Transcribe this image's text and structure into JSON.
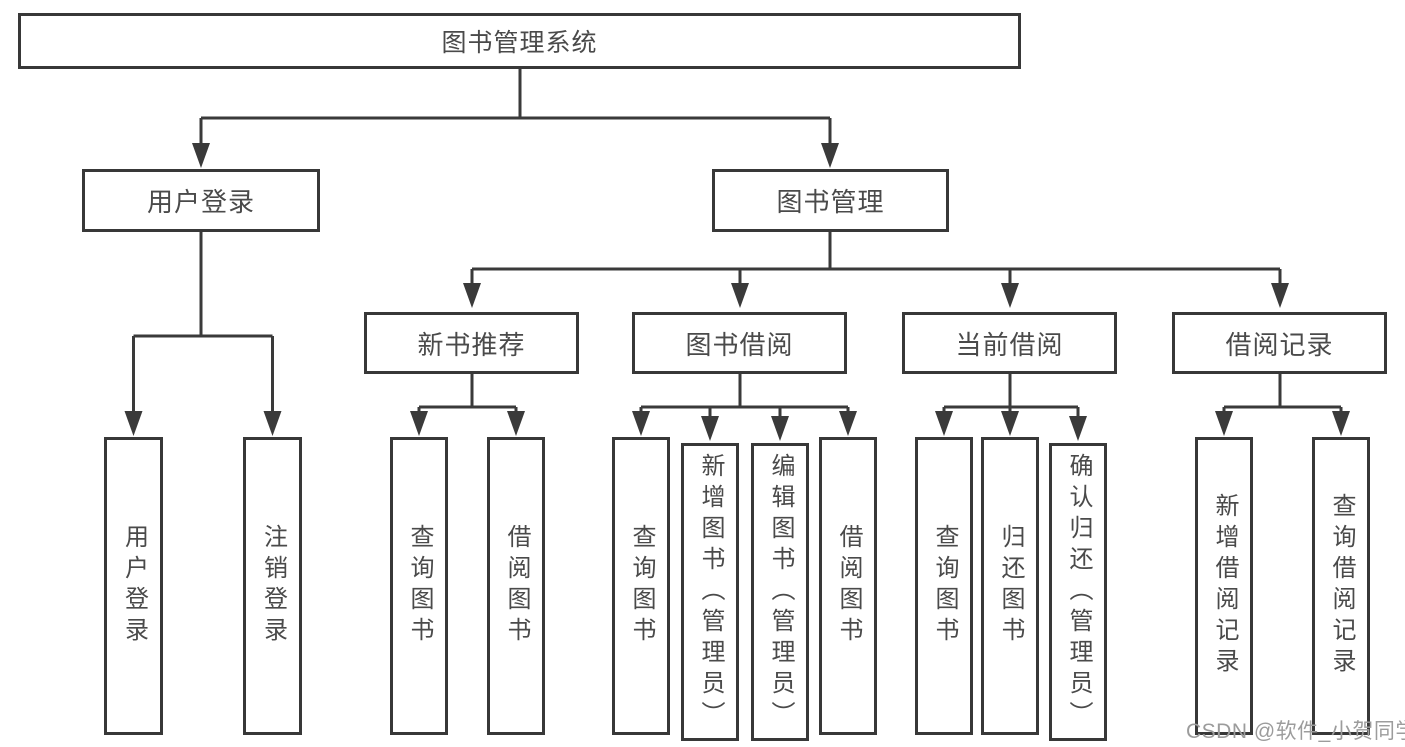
{
  "colors": {
    "line": "#3a3a3a",
    "border": "#383838",
    "text": "#4a4a4a",
    "watermark": "#9c9c9c",
    "background": "#ffffff"
  },
  "tree": {
    "root": {
      "label": "图书管理系统"
    },
    "level2": [
      {
        "label": "用户登录"
      },
      {
        "label": "图书管理"
      }
    ],
    "level3": [
      {
        "label": "新书推荐"
      },
      {
        "label": "图书借阅"
      },
      {
        "label": "当前借阅"
      },
      {
        "label": "借阅记录"
      }
    ],
    "leaves": {
      "user_login": [
        {
          "label": "用户登录"
        },
        {
          "label": "注销登录"
        }
      ],
      "new_book": [
        {
          "label": "查询图书"
        },
        {
          "label": "借阅图书"
        }
      ],
      "book_borrow": [
        {
          "label": "查询图书"
        },
        {
          "label": "新增图书（管理员）"
        },
        {
          "label": "编辑图书（管理员）"
        },
        {
          "label": "借阅图书"
        }
      ],
      "current_borrow": [
        {
          "label": "查询图书"
        },
        {
          "label": "归还图书"
        },
        {
          "label": "确认归还（管理员）"
        }
      ],
      "borrow_record": [
        {
          "label": "新增借阅记录"
        },
        {
          "label": "查询借阅记录"
        }
      ]
    }
  },
  "watermark": {
    "text": "CSDN @软件_小贺同学"
  }
}
